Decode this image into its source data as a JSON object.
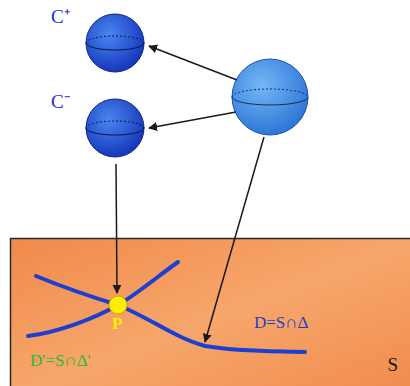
{
  "diagram": {
    "nodes": [
      {
        "text": [
          "C⁺"
        ]
      },
      {
        "text": [
          "C⁻"
        ]
      },
      {
        "text": [
          "S"
        ]
      }
    ],
    "labels": [
      "P",
      "D=S∩Δ",
      "D'=S∩Δ'"
    ]
  }
}
